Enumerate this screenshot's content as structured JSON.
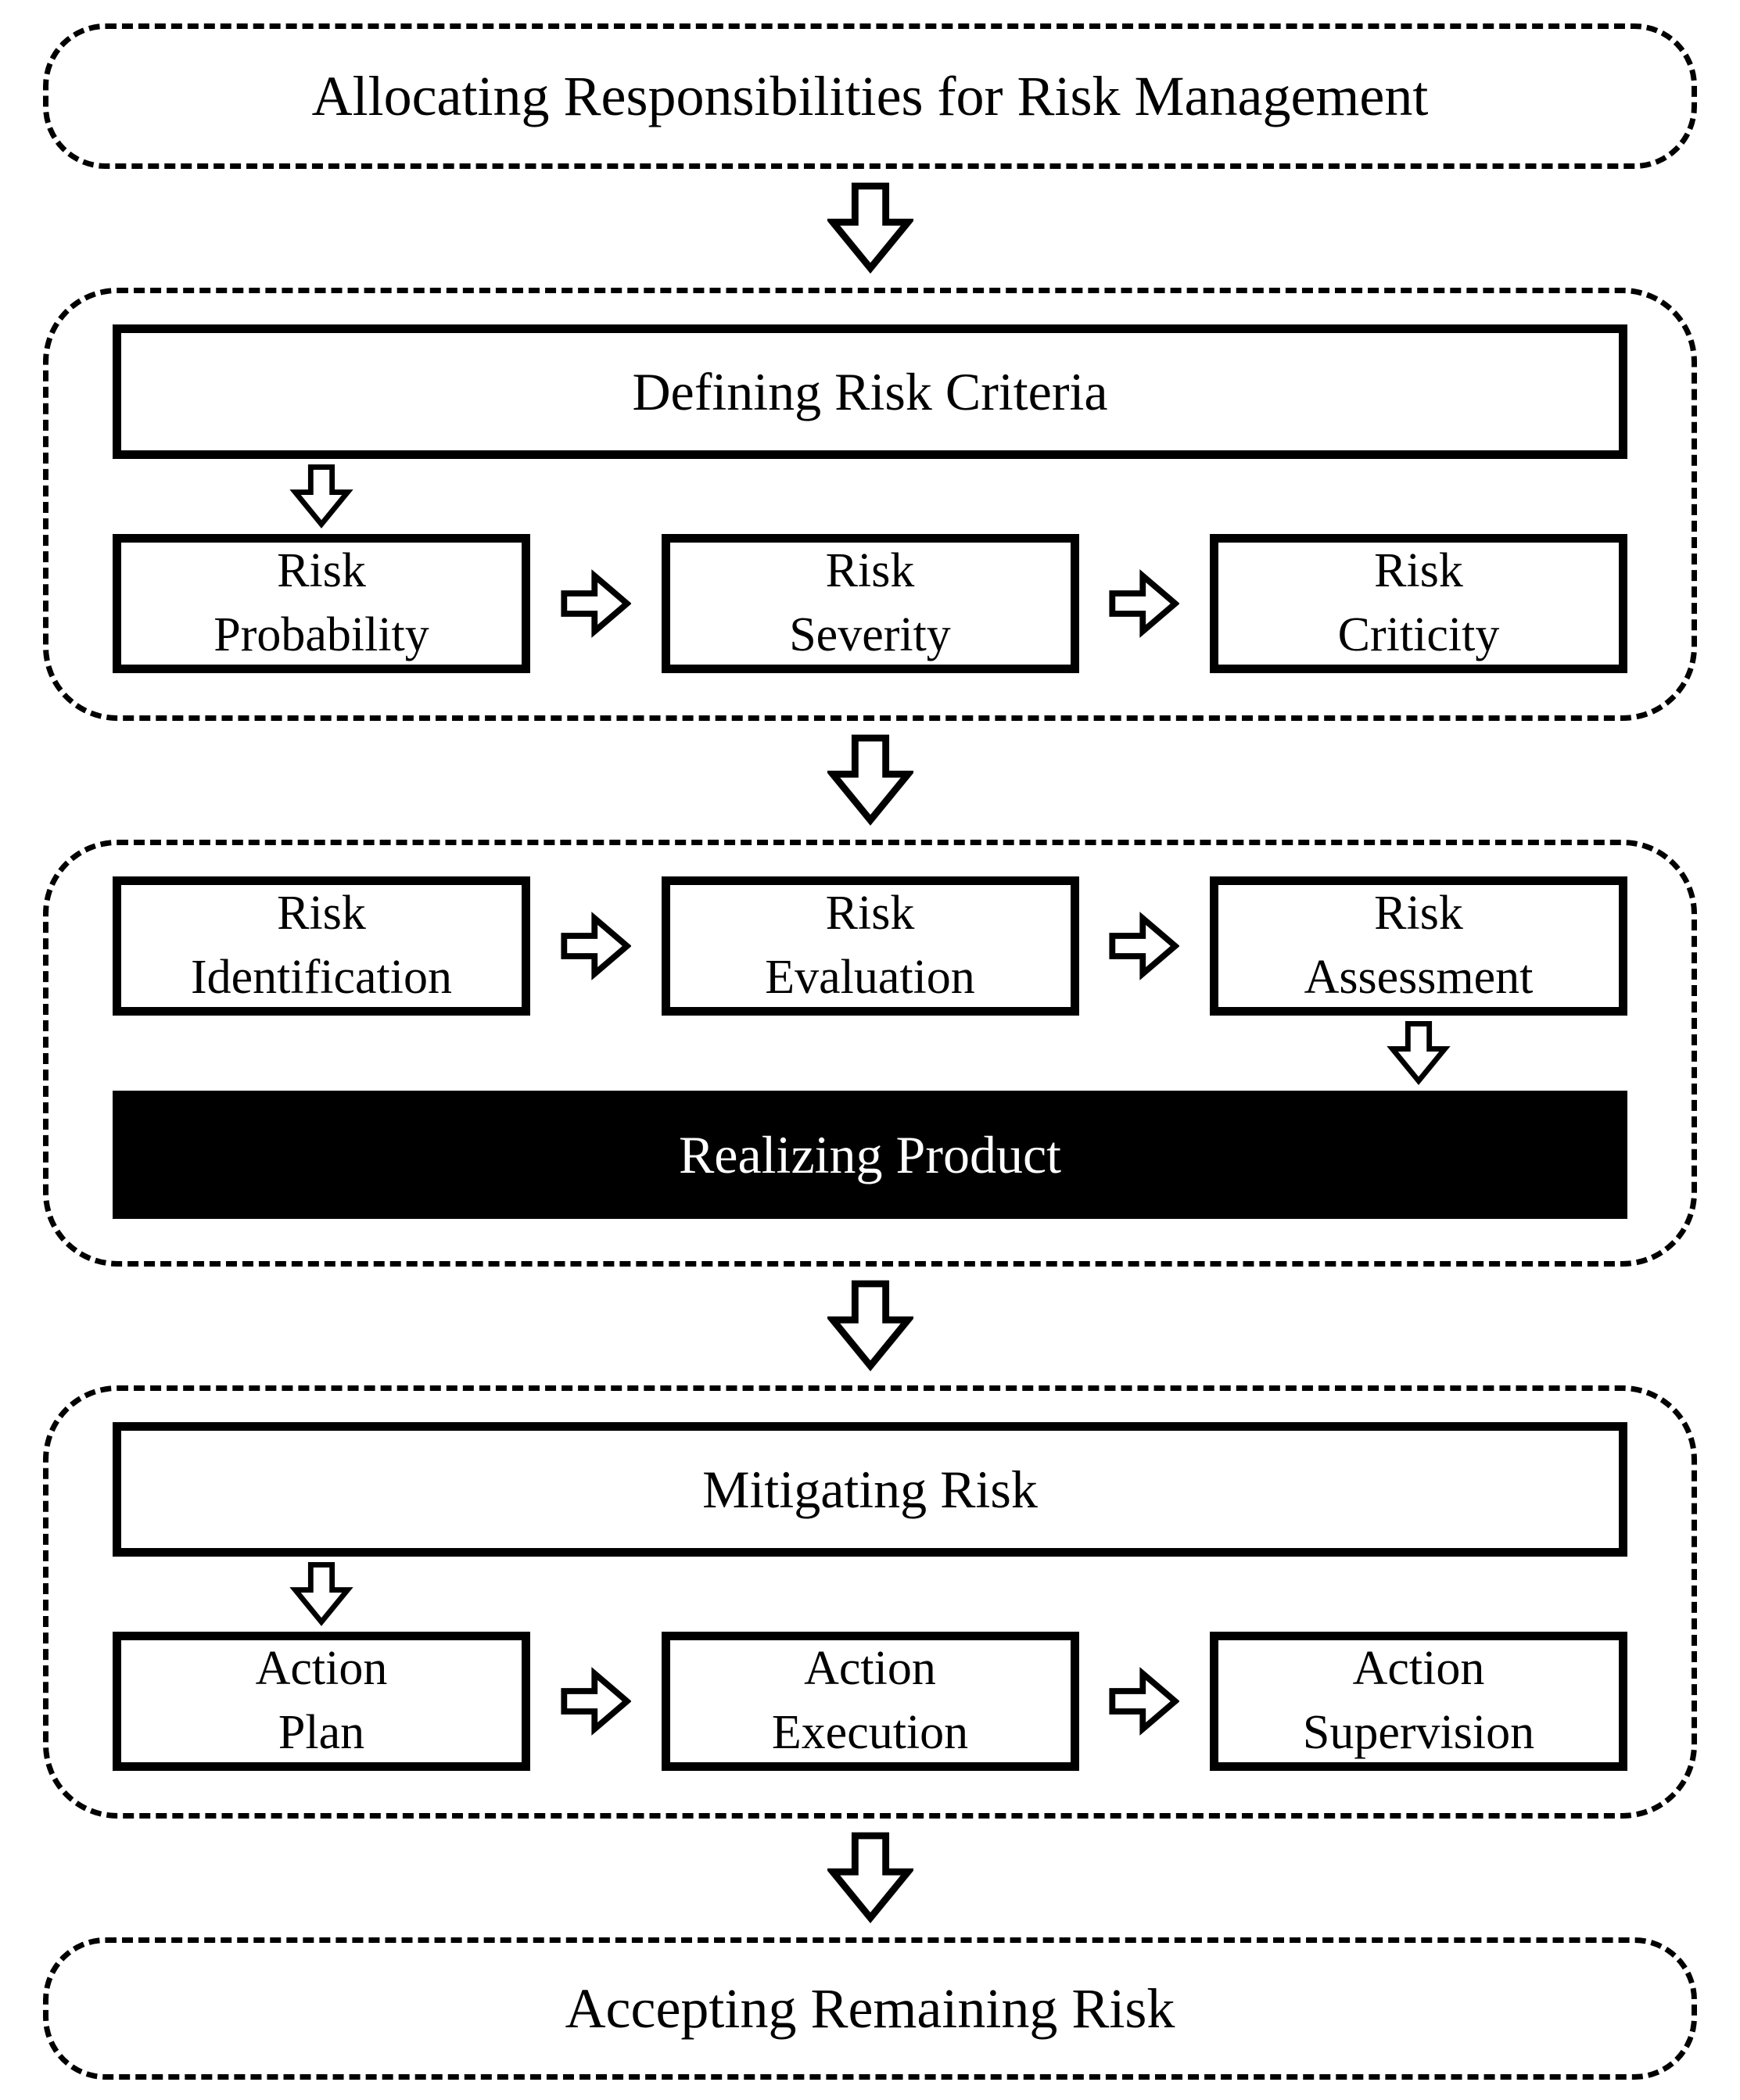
{
  "diagram": {
    "top_capsule": "Allocating Responsibilities for Risk Management",
    "defining": {
      "header": "Defining Risk Criteria",
      "steps": [
        "Risk\nProbability",
        "Risk\nSeverity",
        "Risk\nCriticity"
      ]
    },
    "assessment": {
      "steps": [
        "Risk\nIdentification",
        "Risk\nEvaluation",
        "Risk\nAssessment"
      ],
      "product": "Realizing Product"
    },
    "mitigation": {
      "header": "Mitigating Risk",
      "steps": [
        "Action\nPlan",
        "Action\nExecution",
        "Action\nSupervision"
      ]
    },
    "bottom_capsule": "Accepting Remaining Risk",
    "icons": {
      "down": "down-arrow-icon",
      "right": "right-arrow-icon"
    },
    "colors": {
      "ink": "#000000",
      "paper": "#ffffff",
      "inverse_bg": "#000000",
      "inverse_text": "#ffffff"
    }
  }
}
